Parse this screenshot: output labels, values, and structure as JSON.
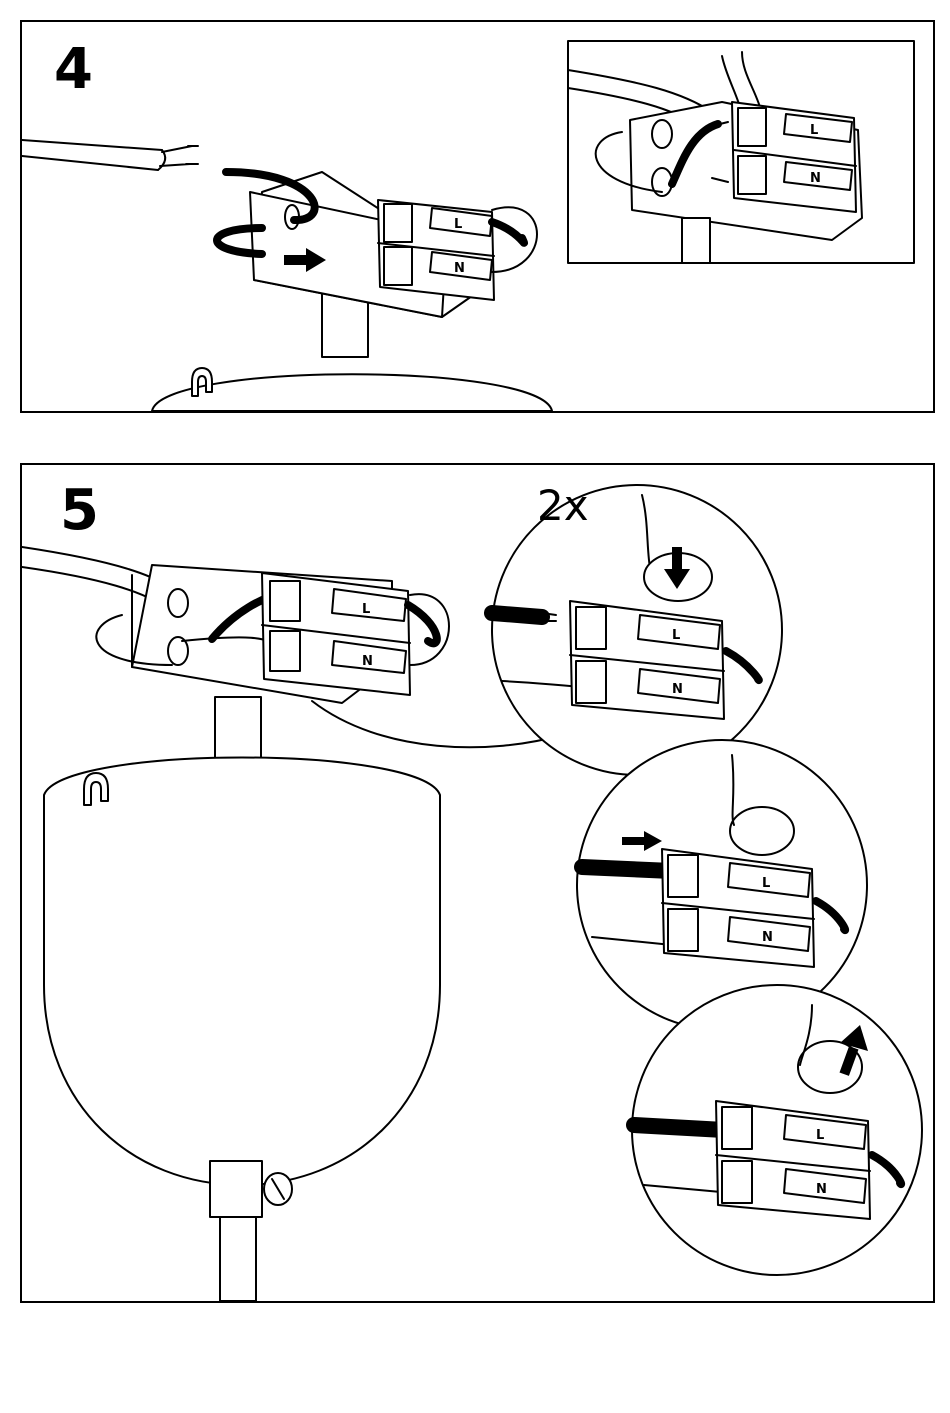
{
  "steps": [
    {
      "number": "4"
    },
    {
      "number": "5",
      "count_label": "2x"
    }
  ],
  "terminal_labels": {
    "live": "L",
    "neutral": "N"
  }
}
